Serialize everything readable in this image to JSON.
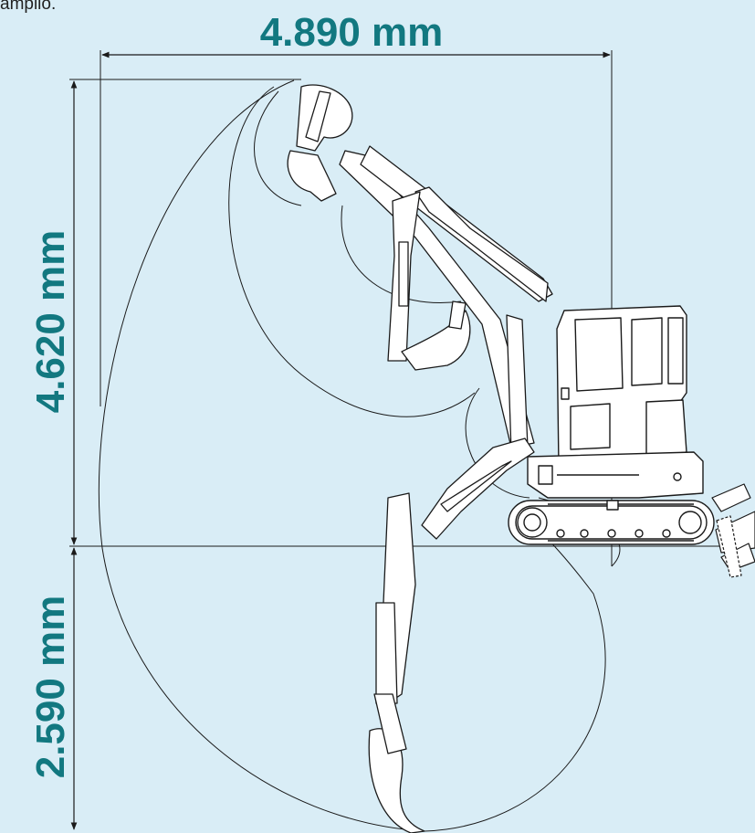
{
  "top_text_fragment": "amplio.",
  "dimensions": {
    "reach_width": "4.890 mm",
    "dig_height": "4.620 mm",
    "dig_depth": "2.590 mm"
  },
  "colors": {
    "background": "#d9edf6",
    "label": "#127880",
    "line": "#1a1a1a"
  }
}
